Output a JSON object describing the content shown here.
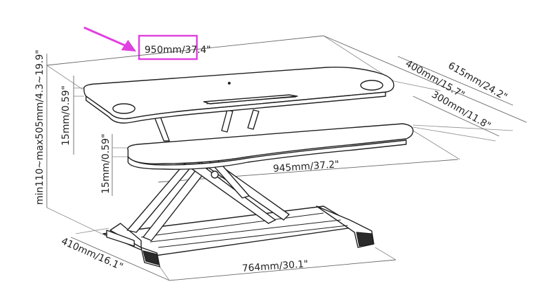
{
  "highlight": {
    "color": "#e040e0"
  },
  "dimensions": {
    "top_width": "950mm/37.4\"",
    "top_depth": "615mm/24.2\"",
    "upper_depth": "400mm/15.7\"",
    "lower_depth": "300mm/11.8\"",
    "keyboard_width": "945mm/37.2\"",
    "top_thickness": "15mm/0.59\"",
    "tray_thickness": "15mm/0.59\"",
    "height_range": "min110~max505mm/4.3~19.9\"",
    "base_depth": "410mm/16.1\"",
    "base_width": "764mm/30.1\""
  }
}
